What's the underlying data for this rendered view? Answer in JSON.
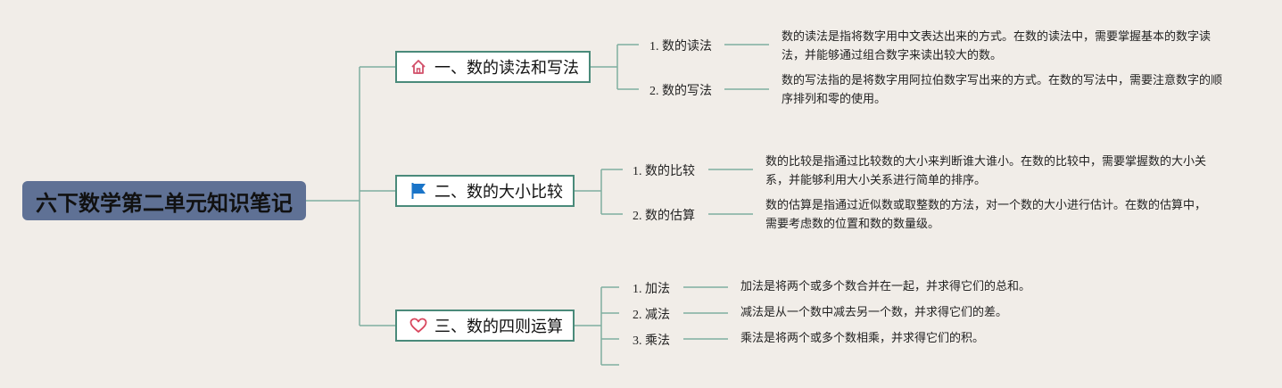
{
  "root": {
    "title": "六下数学第二单元知识笔记"
  },
  "topics": [
    {
      "label": "一、数的读法和写法",
      "icon": "home-icon",
      "children": [
        {
          "label": "1. 数的读法",
          "desc": "数的读法是指将数字用中文表达出来的方式。在数的读法中，需要掌握基本的数字读法，并能够通过组合数字来读出较大的数。"
        },
        {
          "label": "2. 数的写法",
          "desc": "数的写法指的是将数字用阿拉伯数字写出来的方式。在数的写法中，需要注意数字的顺序排列和零的使用。"
        }
      ]
    },
    {
      "label": "二、数的大小比较",
      "icon": "flag-icon",
      "children": [
        {
          "label": "1. 数的比较",
          "desc": "数的比较是指通过比较数的大小来判断谁大谁小。在数的比较中，需要掌握数的大小关系，并能够利用大小关系进行简单的排序。"
        },
        {
          "label": "2. 数的估算",
          "desc": "数的估算是指通过近似数或取整数的方法，对一个数的大小进行估计。在数的估算中，需要考虑数的位置和数的数量级。"
        }
      ]
    },
    {
      "label": "三、数的四则运算",
      "icon": "heart-icon",
      "children": [
        {
          "label": "1. 加法",
          "desc": "加法是将两个或多个数合并在一起，并求得它们的总和。"
        },
        {
          "label": "2. 减法",
          "desc": "减法是从一个数中减去另一个数，并求得它们的差。"
        },
        {
          "label": "3. 乘法",
          "desc": "乘法是将两个或多个数相乘，并求得它们的积。"
        }
      ]
    }
  ],
  "colors": {
    "line": "#7fae9f",
    "topic_border": "#4a8a7a",
    "root_bg": "#5f7195",
    "home_icon": "#d2506a",
    "flag_icon": "#1a74c8",
    "heart_icon": "#d9475e"
  }
}
